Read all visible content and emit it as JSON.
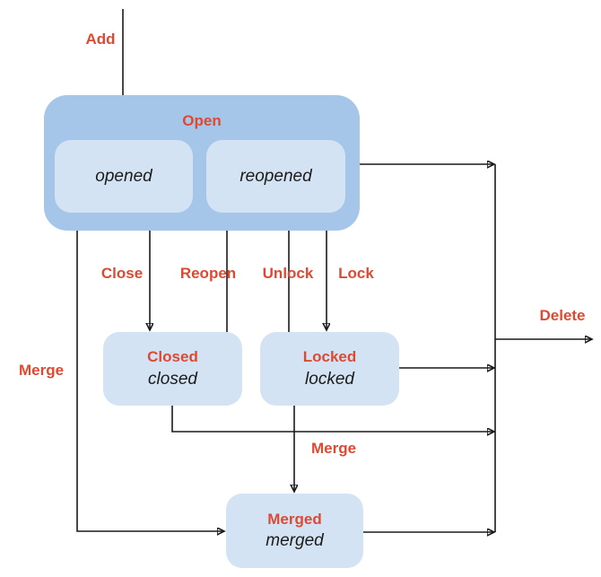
{
  "diagram": {
    "nodes": {
      "open": {
        "label": "Open"
      },
      "opened": {
        "label": "opened"
      },
      "reopened": {
        "label": "reopened"
      },
      "closed": {
        "label": "Closed",
        "sublabel": "closed"
      },
      "locked": {
        "label": "Locked",
        "sublabel": "locked"
      },
      "merged": {
        "label": "Merged",
        "sublabel": "merged"
      }
    },
    "edge_labels": {
      "add": "Add",
      "close": "Close",
      "reopen": "Reopen",
      "unlock": "Unlock",
      "lock": "Lock",
      "merge_left": "Merge",
      "merge_mid": "Merge",
      "delete": "Delete"
    }
  },
  "colors": {
    "container_fill": "#a5c6e9",
    "state_fill": "#d3e3f4",
    "label_red": "#dc4a32",
    "line": "#1a1a1a",
    "text": "#1b1b1b",
    "background": "#ffffff"
  }
}
